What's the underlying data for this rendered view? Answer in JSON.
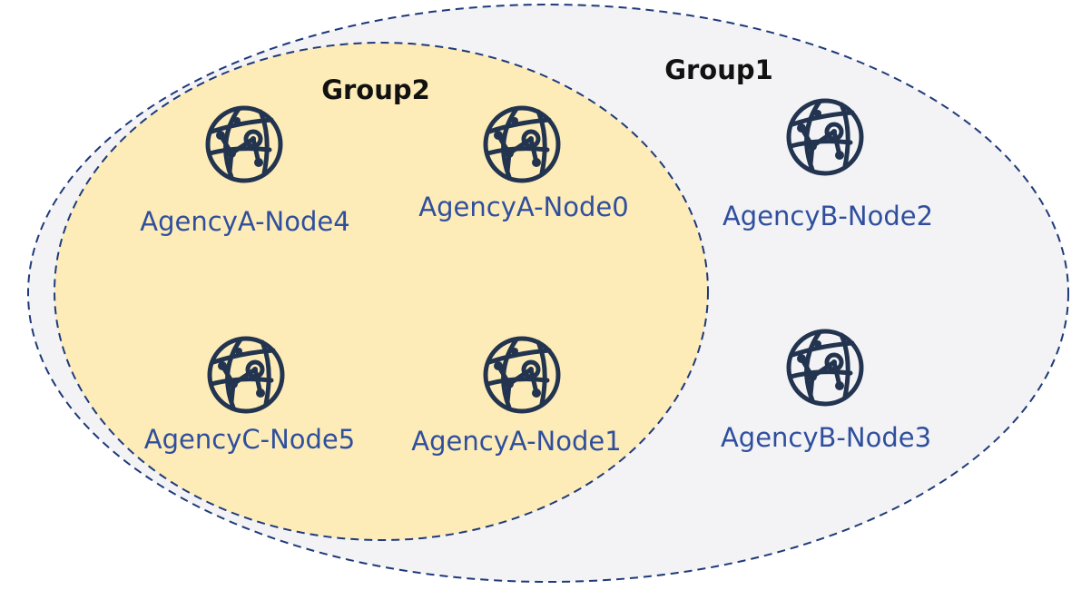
{
  "groups": [
    {
      "id": "group1",
      "label": "Group1"
    },
    {
      "id": "group2",
      "label": "Group2"
    }
  ],
  "nodes": [
    {
      "id": "n4",
      "label": "AgencyA-Node4",
      "icon": "globe-network-icon",
      "group": "group2"
    },
    {
      "id": "n0",
      "label": "AgencyA-Node0",
      "icon": "globe-network-icon",
      "group": "group2"
    },
    {
      "id": "n5",
      "label": "AgencyC-Node5",
      "icon": "globe-network-icon",
      "group": "group2"
    },
    {
      "id": "n1",
      "label": "AgencyA-Node1",
      "icon": "globe-network-icon",
      "group": "group2"
    },
    {
      "id": "n2",
      "label": "AgencyB-Node2",
      "icon": "globe-network-icon",
      "group": "group1"
    },
    {
      "id": "n3",
      "label": "AgencyB-Node3",
      "icon": "globe-network-icon",
      "group": "group1"
    }
  ],
  "colors": {
    "group1_fill": "#f3f3f5",
    "group2_fill": "#fdecb8",
    "border": "#1f3a7a",
    "icon": "#22344f",
    "node_text": "#2f4f9e",
    "group_text": "#111111"
  }
}
